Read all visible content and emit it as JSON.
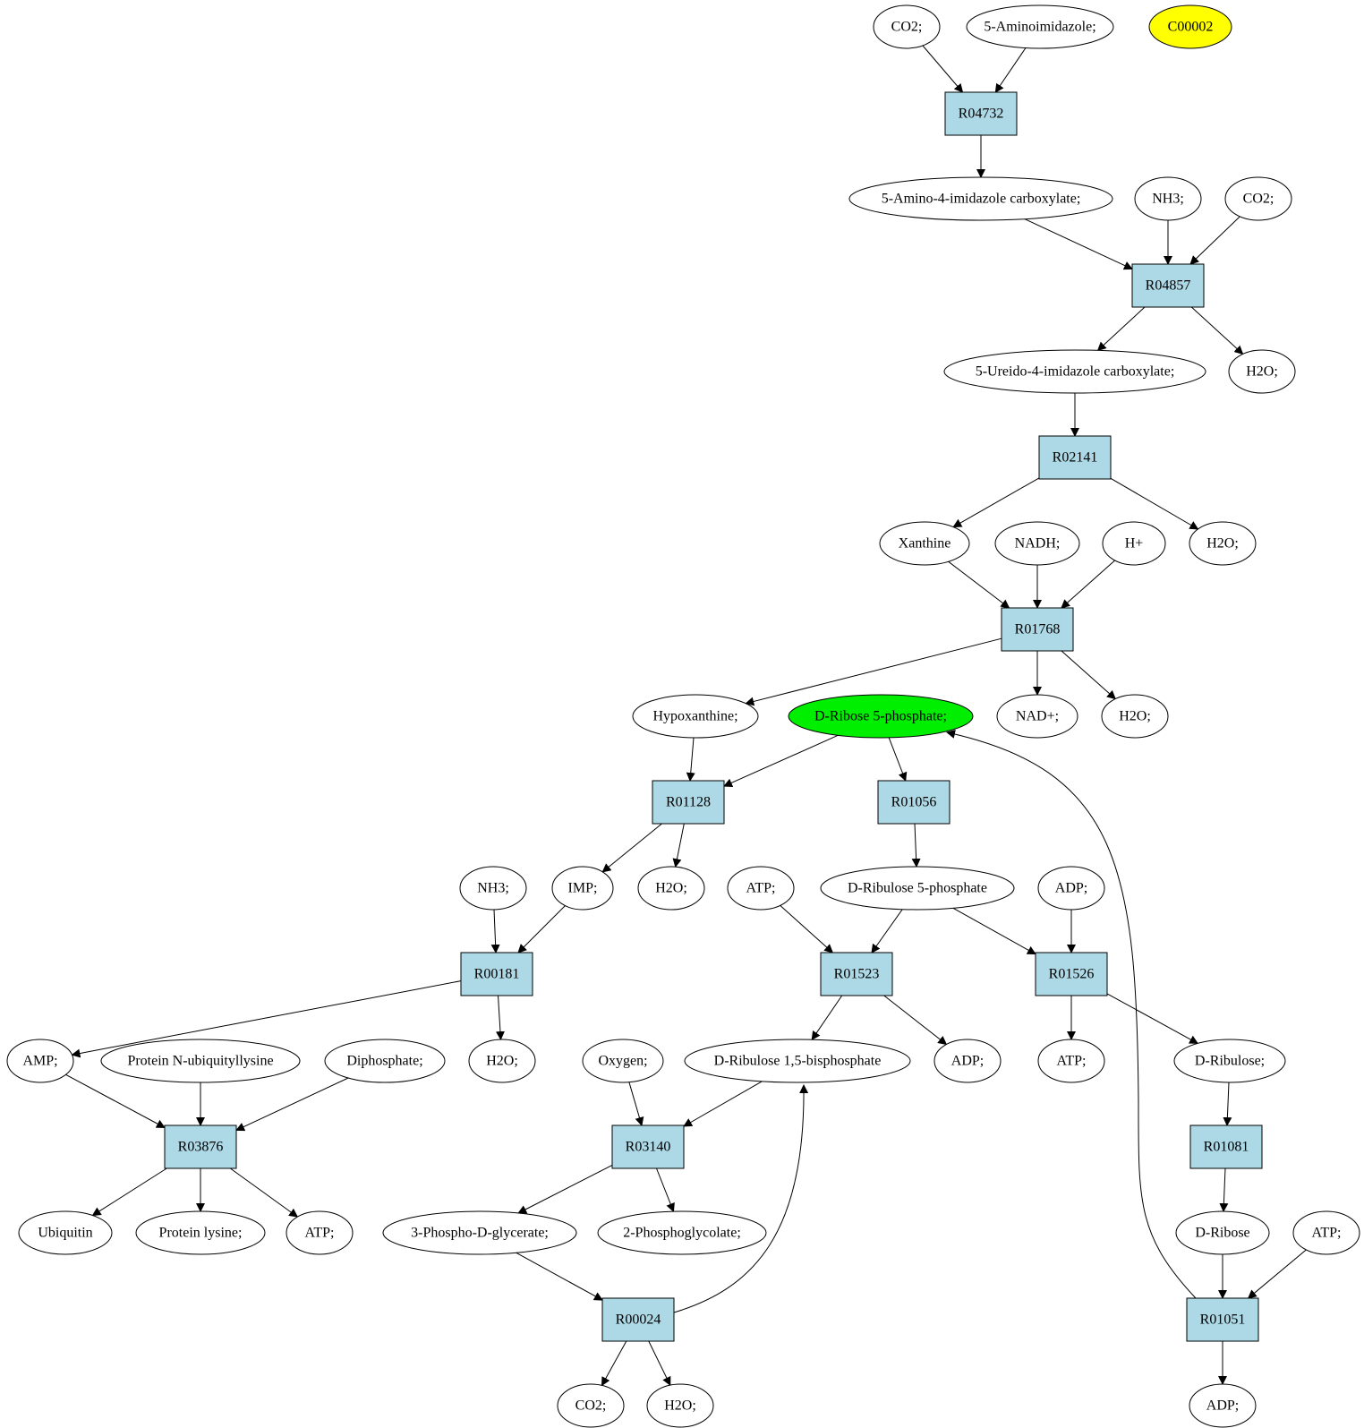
{
  "colors": {
    "reaction_fill": "#add8e6",
    "compound_fill": "#ffffff",
    "highlight_yellow": "#ffff00",
    "highlight_green": "#00ee00"
  },
  "nodes": [
    {
      "id": "co2_top",
      "label": "CO2;",
      "kind": "compound"
    },
    {
      "id": "aminoimidazole",
      "label": "5-Aminoimidazole;",
      "kind": "compound"
    },
    {
      "id": "c00002",
      "label": "C00002",
      "kind": "compound",
      "fill": "highlight_yellow"
    },
    {
      "id": "r04732",
      "label": "R04732",
      "kind": "reaction"
    },
    {
      "id": "aicarb",
      "label": "5-Amino-4-imidazole carboxylate;",
      "kind": "compound"
    },
    {
      "id": "nh3_a",
      "label": "NH3;",
      "kind": "compound"
    },
    {
      "id": "co2_b",
      "label": "CO2;",
      "kind": "compound"
    },
    {
      "id": "r04857",
      "label": "R04857",
      "kind": "reaction"
    },
    {
      "id": "ureido",
      "label": "5-Ureido-4-imidazole carboxylate;",
      "kind": "compound"
    },
    {
      "id": "h2o_a",
      "label": "H2O;",
      "kind": "compound"
    },
    {
      "id": "r02141",
      "label": "R02141",
      "kind": "reaction"
    },
    {
      "id": "xanthine",
      "label": "Xanthine",
      "kind": "compound"
    },
    {
      "id": "nadh",
      "label": "NADH;",
      "kind": "compound"
    },
    {
      "id": "hplus",
      "label": "H+",
      "kind": "compound"
    },
    {
      "id": "h2o_b",
      "label": "H2O;",
      "kind": "compound"
    },
    {
      "id": "r01768",
      "label": "R01768",
      "kind": "reaction"
    },
    {
      "id": "hypoxanthine",
      "label": "Hypoxanthine;",
      "kind": "compound"
    },
    {
      "id": "ribose5p",
      "label": "D-Ribose 5-phosphate;",
      "kind": "compound",
      "fill": "highlight_green"
    },
    {
      "id": "nadplus",
      "label": "NAD+;",
      "kind": "compound"
    },
    {
      "id": "h2o_c",
      "label": "H2O;",
      "kind": "compound"
    },
    {
      "id": "r01128",
      "label": "R01128",
      "kind": "reaction"
    },
    {
      "id": "r01056",
      "label": "R01056",
      "kind": "reaction"
    },
    {
      "id": "nh3_b",
      "label": "NH3;",
      "kind": "compound"
    },
    {
      "id": "imp",
      "label": "IMP;",
      "kind": "compound"
    },
    {
      "id": "h2o_d",
      "label": "H2O;",
      "kind": "compound"
    },
    {
      "id": "atp_a",
      "label": "ATP;",
      "kind": "compound"
    },
    {
      "id": "ribulose5p",
      "label": "D-Ribulose 5-phosphate",
      "kind": "compound"
    },
    {
      "id": "adp_a",
      "label": "ADP;",
      "kind": "compound"
    },
    {
      "id": "r00181",
      "label": "R00181",
      "kind": "reaction"
    },
    {
      "id": "r01523",
      "label": "R01523",
      "kind": "reaction"
    },
    {
      "id": "r01526",
      "label": "R01526",
      "kind": "reaction"
    },
    {
      "id": "amp",
      "label": "AMP;",
      "kind": "compound"
    },
    {
      "id": "protubq",
      "label": "Protein N-ubiquityllysine",
      "kind": "compound"
    },
    {
      "id": "diphosphate",
      "label": "Diphosphate;",
      "kind": "compound"
    },
    {
      "id": "h2o_e",
      "label": "H2O;",
      "kind": "compound"
    },
    {
      "id": "oxygen",
      "label": "Oxygen;",
      "kind": "compound"
    },
    {
      "id": "rubp",
      "label": "D-Ribulose 1,5-bisphosphate",
      "kind": "compound"
    },
    {
      "id": "adp_b",
      "label": "ADP;",
      "kind": "compound"
    },
    {
      "id": "atp_b",
      "label": "ATP;",
      "kind": "compound"
    },
    {
      "id": "ribulose",
      "label": "D-Ribulose;",
      "kind": "compound"
    },
    {
      "id": "r03876",
      "label": "R03876",
      "kind": "reaction"
    },
    {
      "id": "r03140",
      "label": "R03140",
      "kind": "reaction"
    },
    {
      "id": "r01081",
      "label": "R01081",
      "kind": "reaction"
    },
    {
      "id": "ubiquitin",
      "label": "Ubiquitin",
      "kind": "compound"
    },
    {
      "id": "protlys",
      "label": "Protein lysine;",
      "kind": "compound"
    },
    {
      "id": "atp_c",
      "label": "ATP;",
      "kind": "compound"
    },
    {
      "id": "pga",
      "label": "3-Phospho-D-glycerate;",
      "kind": "compound"
    },
    {
      "id": "pglycolate",
      "label": "2-Phosphoglycolate;",
      "kind": "compound"
    },
    {
      "id": "dribose",
      "label": "D-Ribose",
      "kind": "compound"
    },
    {
      "id": "atp_d",
      "label": "ATP;",
      "kind": "compound"
    },
    {
      "id": "r00024",
      "label": "R00024",
      "kind": "reaction"
    },
    {
      "id": "r01051",
      "label": "R01051",
      "kind": "reaction"
    },
    {
      "id": "co2_c",
      "label": "CO2;",
      "kind": "compound"
    },
    {
      "id": "h2o_f",
      "label": "H2O;",
      "kind": "compound"
    },
    {
      "id": "adp_c",
      "label": "ADP;",
      "kind": "compound"
    }
  ],
  "edges": [
    {
      "from": "co2_top",
      "to": "r04732"
    },
    {
      "from": "aminoimidazole",
      "to": "r04732"
    },
    {
      "from": "r04732",
      "to": "aicarb"
    },
    {
      "from": "aicarb",
      "to": "r04857"
    },
    {
      "from": "nh3_a",
      "to": "r04857"
    },
    {
      "from": "co2_b",
      "to": "r04857"
    },
    {
      "from": "r04857",
      "to": "ureido"
    },
    {
      "from": "r04857",
      "to": "h2o_a"
    },
    {
      "from": "ureido",
      "to": "r02141"
    },
    {
      "from": "r02141",
      "to": "xanthine"
    },
    {
      "from": "r02141",
      "to": "h2o_b"
    },
    {
      "from": "xanthine",
      "to": "r01768"
    },
    {
      "from": "nadh",
      "to": "r01768"
    },
    {
      "from": "hplus",
      "to": "r01768"
    },
    {
      "from": "r01768",
      "to": "hypoxanthine"
    },
    {
      "from": "r01768",
      "to": "nadplus"
    },
    {
      "from": "r01768",
      "to": "h2o_c"
    },
    {
      "from": "hypoxanthine",
      "to": "r01128"
    },
    {
      "from": "ribose5p",
      "to": "r01128"
    },
    {
      "from": "ribose5p",
      "to": "r01056"
    },
    {
      "from": "r01128",
      "to": "imp"
    },
    {
      "from": "r01128",
      "to": "h2o_d"
    },
    {
      "from": "r01056",
      "to": "ribulose5p"
    },
    {
      "from": "nh3_b",
      "to": "r00181"
    },
    {
      "from": "imp",
      "to": "r00181"
    },
    {
      "from": "atp_a",
      "to": "r01523"
    },
    {
      "from": "ribulose5p",
      "to": "r01523"
    },
    {
      "from": "ribulose5p",
      "to": "r01526"
    },
    {
      "from": "adp_a",
      "to": "r01526"
    },
    {
      "from": "r00181",
      "to": "amp"
    },
    {
      "from": "r00181",
      "to": "h2o_e"
    },
    {
      "from": "r01523",
      "to": "rubp"
    },
    {
      "from": "r01523",
      "to": "adp_b"
    },
    {
      "from": "r01526",
      "to": "atp_b"
    },
    {
      "from": "r01526",
      "to": "ribulose"
    },
    {
      "from": "amp",
      "to": "r03876"
    },
    {
      "from": "protubq",
      "to": "r03876"
    },
    {
      "from": "diphosphate",
      "to": "r03876"
    },
    {
      "from": "oxygen",
      "to": "r03140"
    },
    {
      "from": "rubp",
      "to": "r03140"
    },
    {
      "from": "ribulose",
      "to": "r01081"
    },
    {
      "from": "r03876",
      "to": "ubiquitin"
    },
    {
      "from": "r03876",
      "to": "protlys"
    },
    {
      "from": "r03876",
      "to": "atp_c"
    },
    {
      "from": "r03140",
      "to": "pga"
    },
    {
      "from": "r03140",
      "to": "pglycolate"
    },
    {
      "from": "r01081",
      "to": "dribose"
    },
    {
      "from": "pga",
      "to": "r00024"
    },
    {
      "from": "dribose",
      "to": "r01051"
    },
    {
      "from": "atp_d",
      "to": "r01051"
    },
    {
      "from": "r00024",
      "to": "co2_c"
    },
    {
      "from": "r00024",
      "to": "h2o_f"
    },
    {
      "from": "r00024",
      "to": "rubp"
    },
    {
      "from": "r01051",
      "to": "adp_c"
    },
    {
      "from": "r01051",
      "to": "ribose5p"
    }
  ]
}
